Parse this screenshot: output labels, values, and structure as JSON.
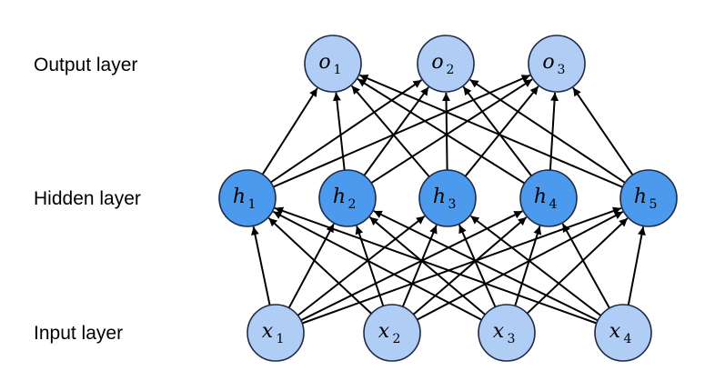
{
  "layers": [
    {
      "id": "output",
      "label": "Output layer",
      "color": "#b0cdf6",
      "nodes": [
        {
          "var": "o",
          "sub": "1"
        },
        {
          "var": "o",
          "sub": "2"
        },
        {
          "var": "o",
          "sub": "3"
        }
      ]
    },
    {
      "id": "hidden",
      "label": "Hidden layer",
      "color": "#4b9aed",
      "nodes": [
        {
          "var": "h",
          "sub": "1"
        },
        {
          "var": "h",
          "sub": "2"
        },
        {
          "var": "h",
          "sub": "3"
        },
        {
          "var": "h",
          "sub": "4"
        },
        {
          "var": "h",
          "sub": "5"
        }
      ]
    },
    {
      "id": "input",
      "label": "Input layer",
      "color": "#b0cdf6",
      "nodes": [
        {
          "var": "x",
          "sub": "1"
        },
        {
          "var": "x",
          "sub": "2"
        },
        {
          "var": "x",
          "sub": "3"
        },
        {
          "var": "x",
          "sub": "4"
        }
      ]
    }
  ],
  "connections": "fully-connected",
  "stroke_color": "#1f2a44",
  "edge_color": "#000000"
}
